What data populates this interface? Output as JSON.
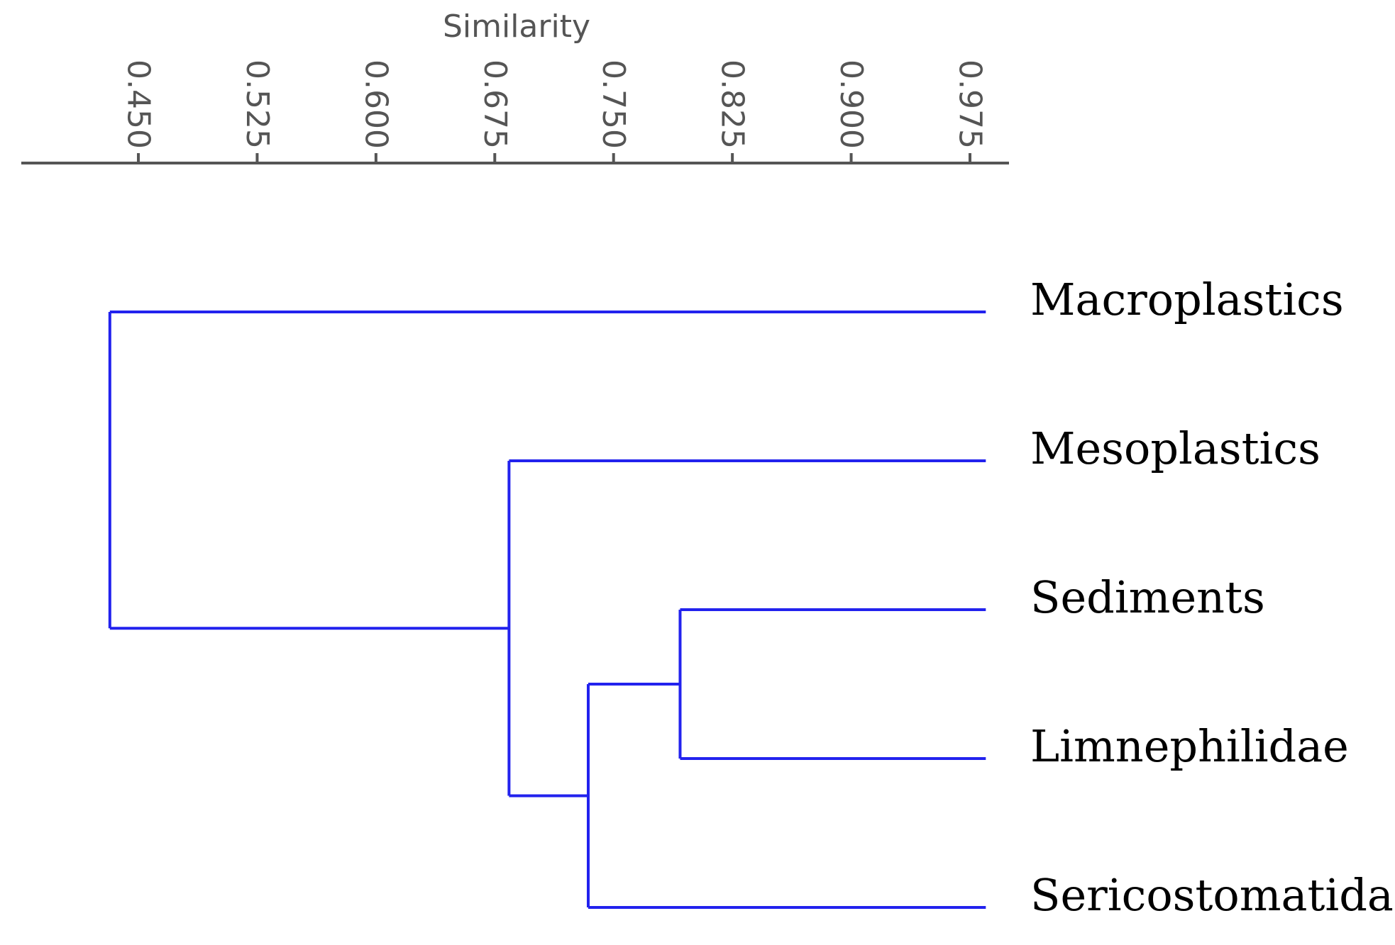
{
  "chart_data": {
    "type": "dendrogram",
    "xlabel": "Similarity",
    "ticks": [
      0.45,
      0.525,
      0.6,
      0.675,
      0.75,
      0.825,
      0.9,
      0.975
    ],
    "tick_labels": [
      "0.450",
      "0.525",
      "0.600",
      "0.675",
      "0.750",
      "0.825",
      "0.900",
      "0.975"
    ],
    "axis_range": [
      0.376,
      0.996
    ],
    "leaf_similarity": 0.985,
    "leaves": [
      "Macroplastics",
      "Mesoplastics",
      "Sediments",
      "Limnephilidae",
      "Sericostomatidae"
    ],
    "merges": [
      {
        "children": [
          "Sediments",
          "Limnephilidae"
        ],
        "similarity": 0.792
      },
      {
        "children": [
          "Sediments+Limnephilidae",
          "Sericostomatidae"
        ],
        "similarity": 0.734
      },
      {
        "children": [
          "Mesoplastics",
          "Sediments+Limnephilidae+Sericostomatidae"
        ],
        "similarity": 0.684
      },
      {
        "children": [
          "Macroplastics",
          "Mesoplastics+Sediments+Limnephilidae+Sericostomatidae"
        ],
        "similarity": 0.432
      }
    ],
    "colors": {
      "branch": "#2222ee",
      "axis": "#555555",
      "label": "#000000"
    }
  }
}
